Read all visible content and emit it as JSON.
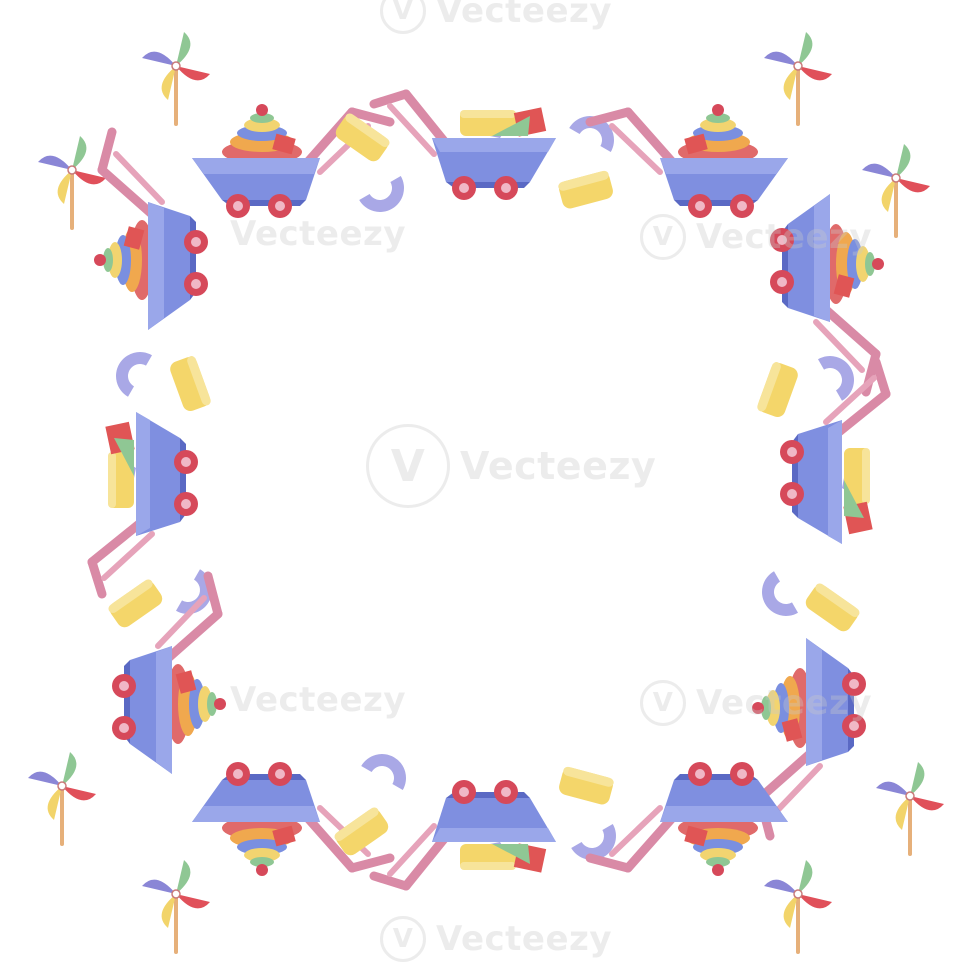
{
  "image": {
    "watermark_text": "Vecteezy",
    "watermark_logo": "V",
    "palette": {
      "cart_blue": "#7f8fe0",
      "cart_blue_dark": "#5a69c4",
      "handle_pink": "#d98aa6",
      "wheel_red": "#d6495a",
      "wheel_pink": "#f0b8c6",
      "ring_red": "#e06a6a",
      "ring_orange": "#f0a84e",
      "ring_yellow": "#f2d470",
      "ring_green": "#8fc794",
      "ring_blue": "#7a8fe0",
      "block_yellow": "#f4d66a",
      "arch_lavender": "#a9a8e6",
      "pinwheel_red": "#e0505a",
      "pinwheel_yellow": "#f2d46a",
      "pinwheel_green": "#8fc794",
      "pinwheel_purple": "#8a86d6"
    },
    "icons": [
      "toy-wheelbarrow",
      "ring-pyramid",
      "pinwheel",
      "toy-block",
      "arch-block"
    ]
  }
}
